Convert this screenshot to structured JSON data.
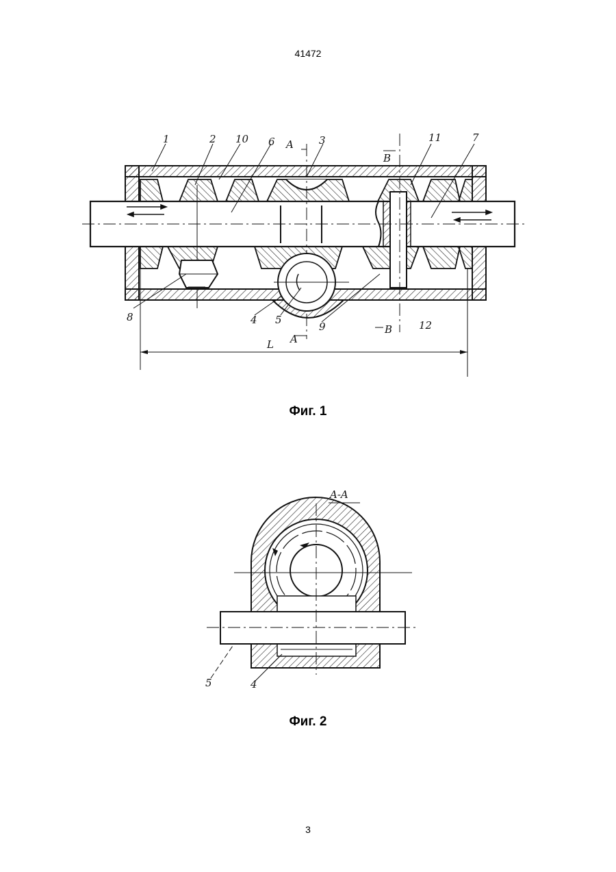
{
  "header": {
    "doc_number": "41472"
  },
  "figure1": {
    "caption": "Фиг. 1",
    "labels": [
      "1",
      "2",
      "10",
      "6",
      "3",
      "11",
      "7",
      "8",
      "4",
      "5",
      "9",
      "12"
    ],
    "section_marks": [
      "A",
      "A",
      "B",
      "B"
    ],
    "dimension": "L"
  },
  "figure2": {
    "caption": "Фиг. 2",
    "section_title": "A-A",
    "labels": [
      "5",
      "4"
    ]
  },
  "footer": {
    "page_number": "3"
  }
}
